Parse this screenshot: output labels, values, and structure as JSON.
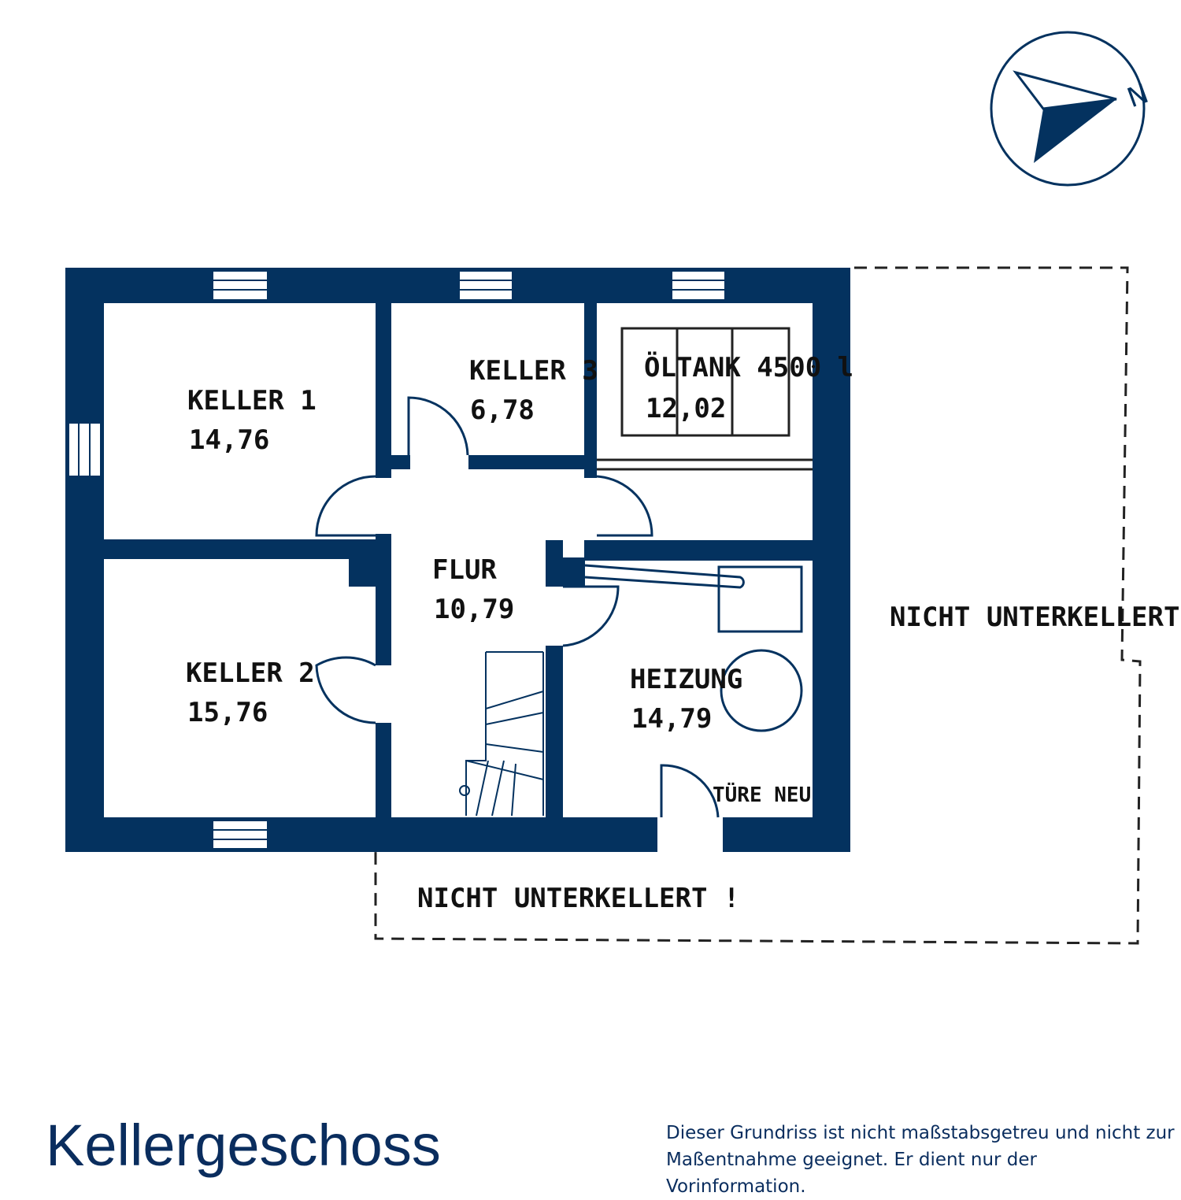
{
  "title": "Kellergeschoss",
  "disclaimer": {
    "line1": "Dieser Grundriss ist nicht maßstabsgetreu und nicht zur",
    "line2": "Maßentnahme geeignet. Er dient nur der Vorinformation."
  },
  "compass": {
    "label": "N",
    "icon": "north-arrow-icon"
  },
  "rooms": {
    "keller1": {
      "name": "KELLER 1",
      "area": "14,76"
    },
    "keller2": {
      "name": "KELLER 2",
      "area": "15,76"
    },
    "keller3": {
      "name": "KELLER 3",
      "area": "6,78"
    },
    "oeltank": {
      "name": "ÖLTANK 4500 l",
      "area": "12,02"
    },
    "flur": {
      "name": "FLUR",
      "area": "10,79"
    },
    "heizung": {
      "name": "HEIZUNG",
      "area": "14,79"
    }
  },
  "notes": {
    "door_new": "TÜRE NEU",
    "not_basement_right": "NICHT UNTERKELLERT !",
    "not_basement_bottom": "NICHT UNTERKELLERT !"
  },
  "colors": {
    "wall": "#04325f",
    "text": "#0a2d5e"
  }
}
